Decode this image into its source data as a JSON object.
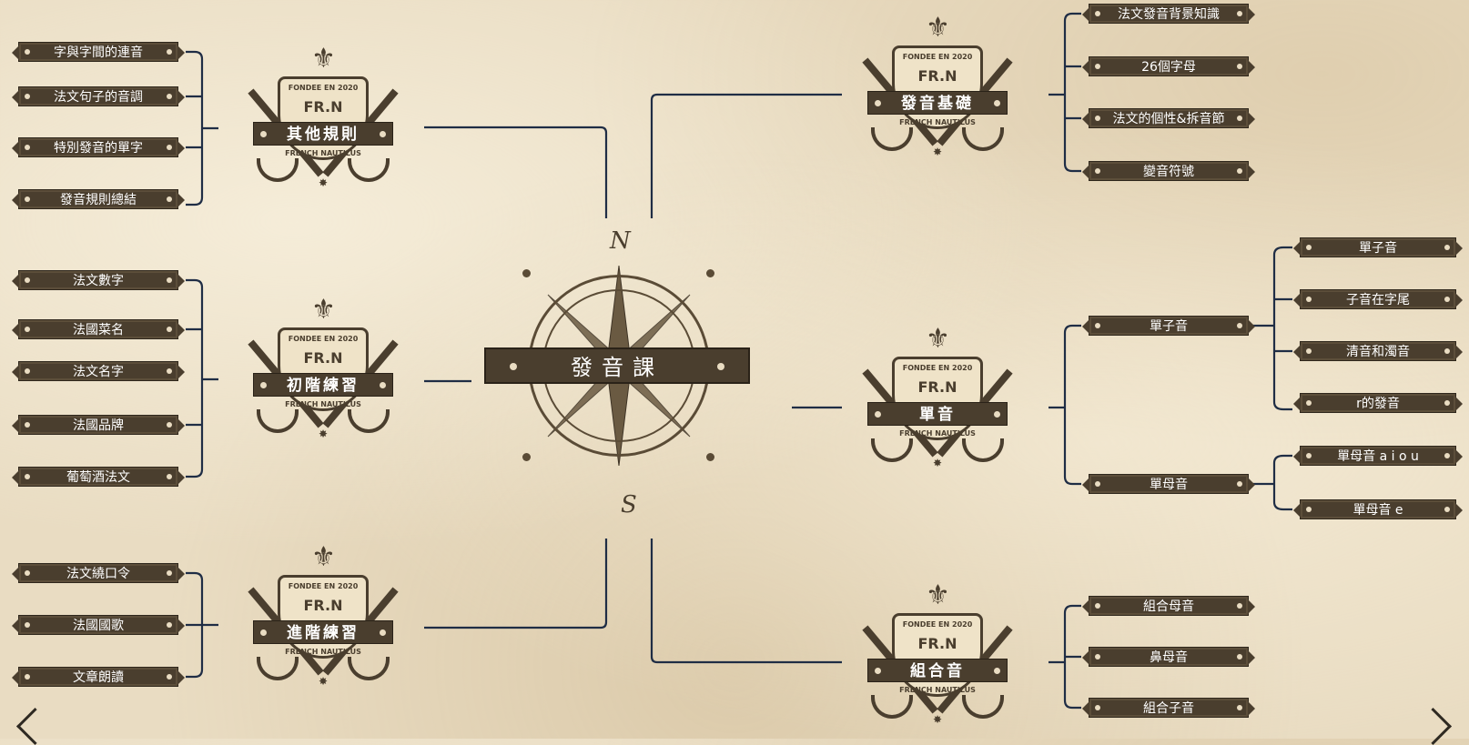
{
  "center": {
    "title": "發音課",
    "north": "N",
    "south": "S"
  },
  "emblem_text": {
    "top": "FONDEE EN 2020",
    "mark": "FR.N",
    "bottom": "FRENCH NAUTILUS"
  },
  "sections": {
    "other_rules": {
      "title": "其他規則",
      "items": [
        "字與字間的連音",
        "法文句子的音調",
        "特別發音的單字",
        "發音規則總結"
      ]
    },
    "beginner": {
      "title": "初階練習",
      "items": [
        "法文數字",
        "法國菜名",
        "法文名字",
        "法國品牌",
        "葡萄酒法文"
      ]
    },
    "advanced": {
      "title": "進階練習",
      "items": [
        "法文繞口令",
        "法國國歌",
        "文章朗讀"
      ]
    },
    "basics": {
      "title": "發音基礎",
      "items": [
        "法文發音背景知識",
        "26個字母",
        "法文的個性&拆音節",
        "變音符號"
      ]
    },
    "single": {
      "title": "單音",
      "groups": [
        {
          "label": "單子音",
          "items": [
            "單子音",
            "子音在字尾",
            "清音和濁音",
            "r的發音"
          ]
        },
        {
          "label": "單母音",
          "items": [
            "單母音 a i o u",
            "單母音 e"
          ]
        }
      ]
    },
    "combined": {
      "title": "組合音",
      "items": [
        "組合母音",
        "鼻母音",
        "組合子音"
      ]
    }
  },
  "colors": {
    "plate": "#4a3e2e",
    "line": "#1f2d45",
    "paper": "#e9dcc2"
  },
  "icons": [
    "compass-rose-icon",
    "fleur-de-lis-icon",
    "crossed-swords-icon",
    "anchor-icon",
    "chevron-left-icon",
    "chevron-right-icon"
  ]
}
